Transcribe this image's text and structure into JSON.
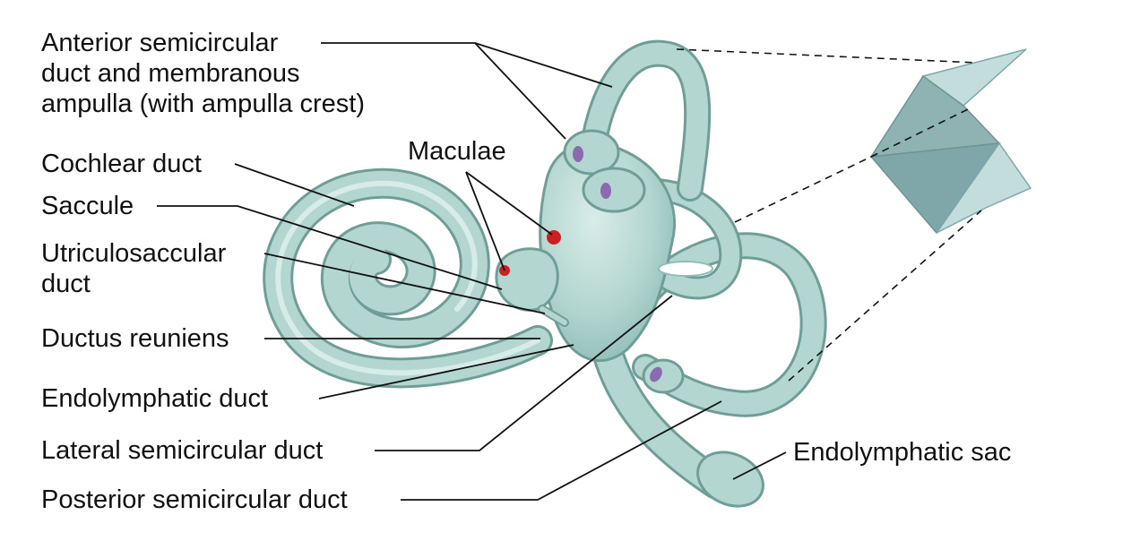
{
  "labels": {
    "anterior": "Anterior semicircular\nduct and membranous\nampulla (with ampulla crest)",
    "cochlear": "Cochlear duct",
    "saccule": "Saccule",
    "utriculosaccular": "Utriculosaccular\nduct",
    "ductus": "Ductus reuniens",
    "endolymphatic_duct": "Endolymphatic duct",
    "lateral": "Lateral semicircular duct",
    "posterior": "Posterior semicircular duct",
    "maculae": "Maculae",
    "endolymphatic_sac": "Endolymphatic sac"
  },
  "colors": {
    "membrane_fill": "#b4d6d0",
    "membrane_edge": "#6f9e97",
    "macula": "#cc1f1f",
    "crest": "#8a6bb0",
    "plane_dark": "#7fa6a8",
    "plane_light": "#c3dcdc",
    "leader": "#111111"
  }
}
